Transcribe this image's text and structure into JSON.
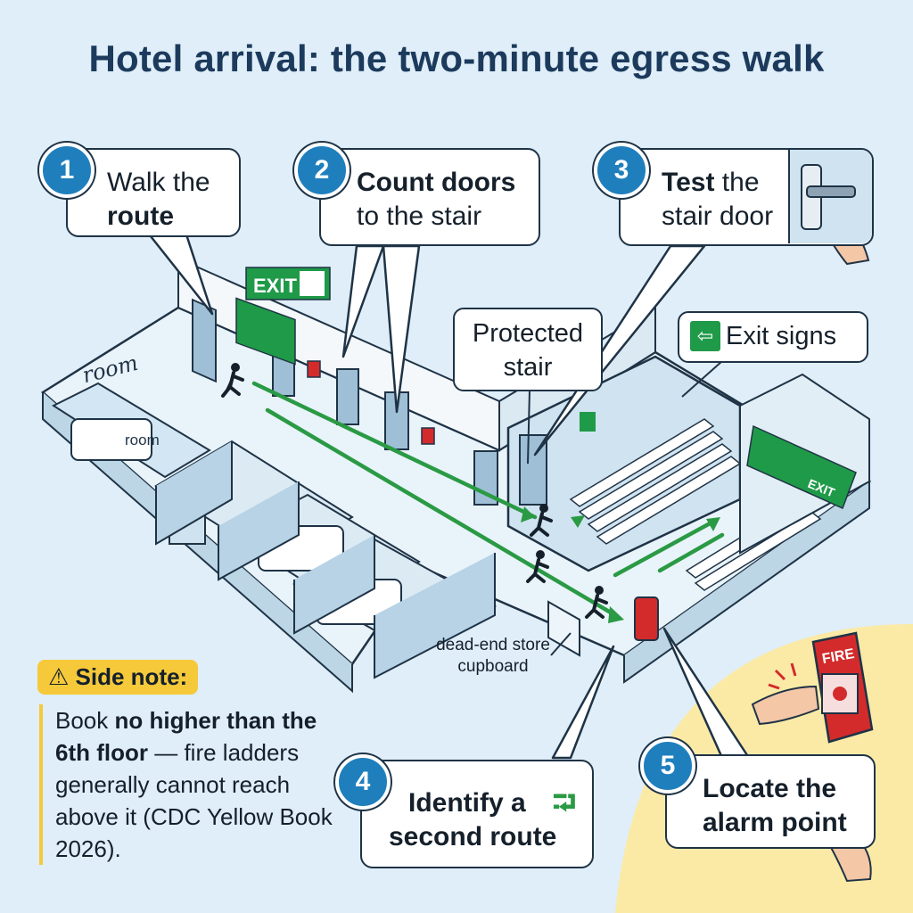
{
  "title": "Hotel arrival: the two-minute egress walk",
  "steps": [
    {
      "num": "1",
      "pre": "Walk the",
      "bold": "route",
      "post": ""
    },
    {
      "num": "2",
      "bold": "Count doors",
      "line2": "to the stair"
    },
    {
      "num": "3",
      "bold": "Test",
      "line1rest": " the",
      "line2": "stair door"
    },
    {
      "num": "4",
      "line1": "Identify a",
      "line2": "second route"
    },
    {
      "num": "5",
      "line1": "Locate the",
      "line2": "alarm point"
    }
  ],
  "labels": {
    "protected_stair": [
      "Protected",
      "stair"
    ],
    "exit_signs": "Exit signs",
    "exit_word": "EXIT",
    "room_big": "room",
    "room_small": "room",
    "dead_end": [
      "dead-end",
      "store",
      "cupboard"
    ],
    "fire_word": "FIRE"
  },
  "side_note": {
    "heading": "Side note:",
    "text_a": "Book ",
    "text_bold": "no higher than the 6th floor",
    "text_b": " — fire ladders generally cannot reach above it (CDC Yellow Book 2026)."
  },
  "colors": {
    "badge": "#1f7fbd",
    "exit_green": "#1f9a48",
    "route_green": "#2a9a44",
    "alarm_red": "#d32b2b",
    "note_yellow": "#f6c93a"
  }
}
